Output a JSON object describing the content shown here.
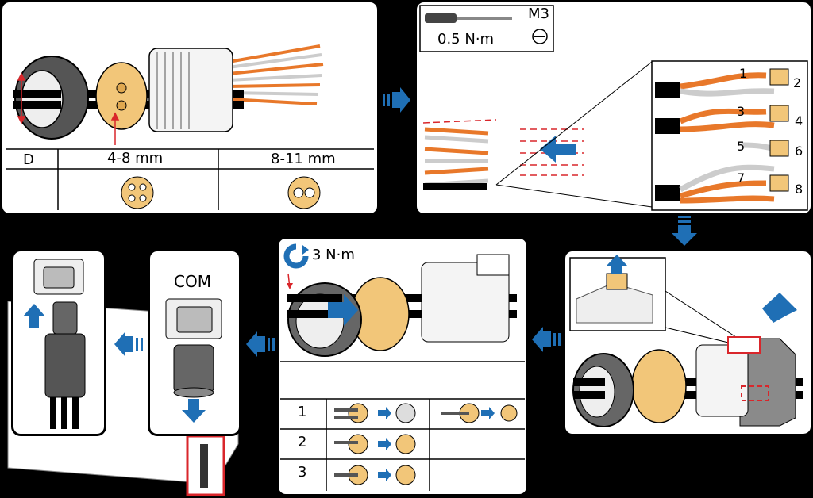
{
  "step1": {
    "table_header_d": "D",
    "table_col_1": "4-8 mm",
    "table_col_2": "8-11 mm"
  },
  "step2": {
    "tool_size": "M3",
    "torque": "0.5 N·m",
    "pin_labels": [
      "1",
      "2",
      "3",
      "4",
      "5",
      "6",
      "7",
      "8"
    ]
  },
  "step4": {
    "torque": "3 N·m",
    "rows": [
      "1",
      "2",
      "3"
    ]
  },
  "step5": {
    "label": "COM"
  },
  "colors": {
    "arrow_blue": "#1f6fb5",
    "wire_orange": "#e8782a",
    "seal_yellow": "#f2c679",
    "highlight_red": "#d9262b",
    "grey": "#9a9a9a"
  }
}
